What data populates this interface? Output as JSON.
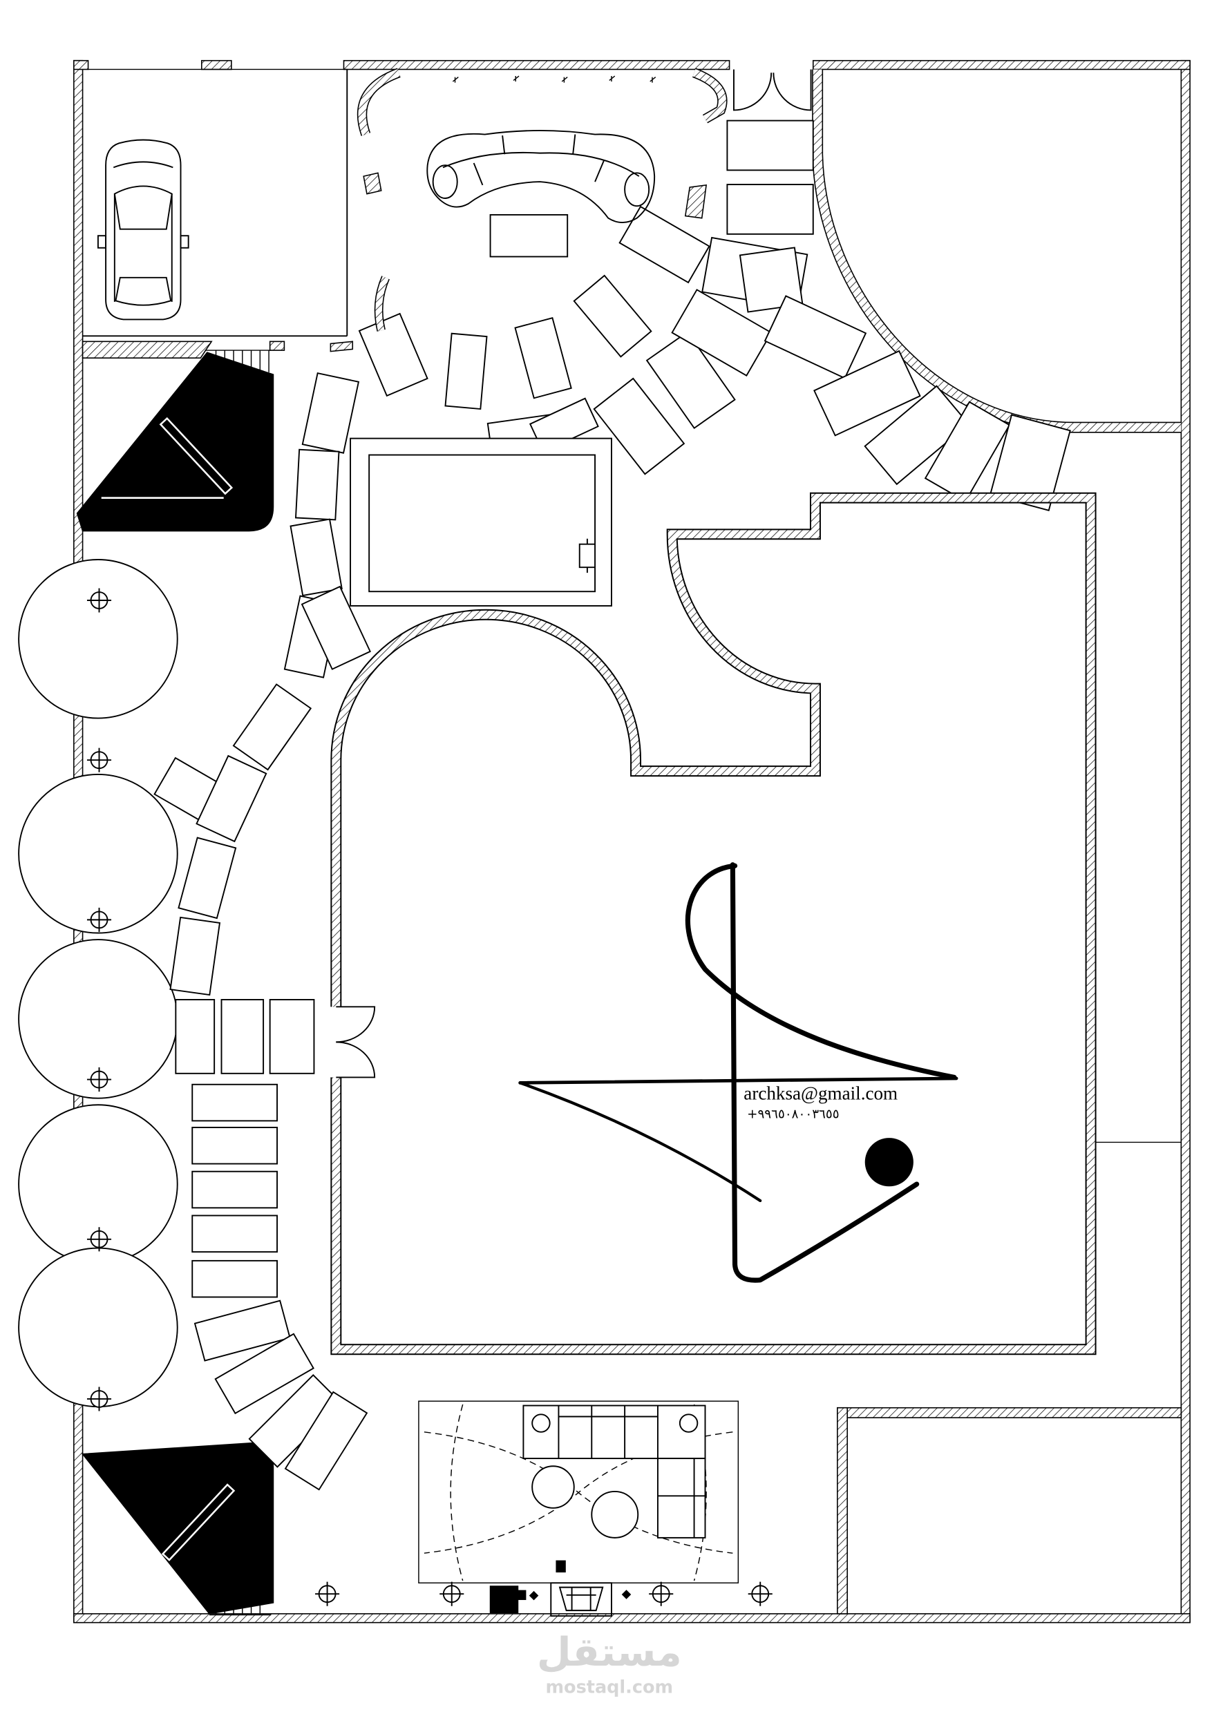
{
  "drawing": {
    "contact_email": "archksa@gmail.com",
    "contact_phone": "+٩٩٦٥٠٨٠٠٣٦٥٥"
  },
  "watermark": {
    "wordmark": "مستقل",
    "domain": "mostaql.com"
  },
  "colors": {
    "ink": "#000000",
    "paper": "#ffffff",
    "watermark": "#d6d6d6"
  },
  "icons": {
    "light_fixture": "light-fixture-icon",
    "tree": "tree-icon",
    "car": "car-icon"
  }
}
